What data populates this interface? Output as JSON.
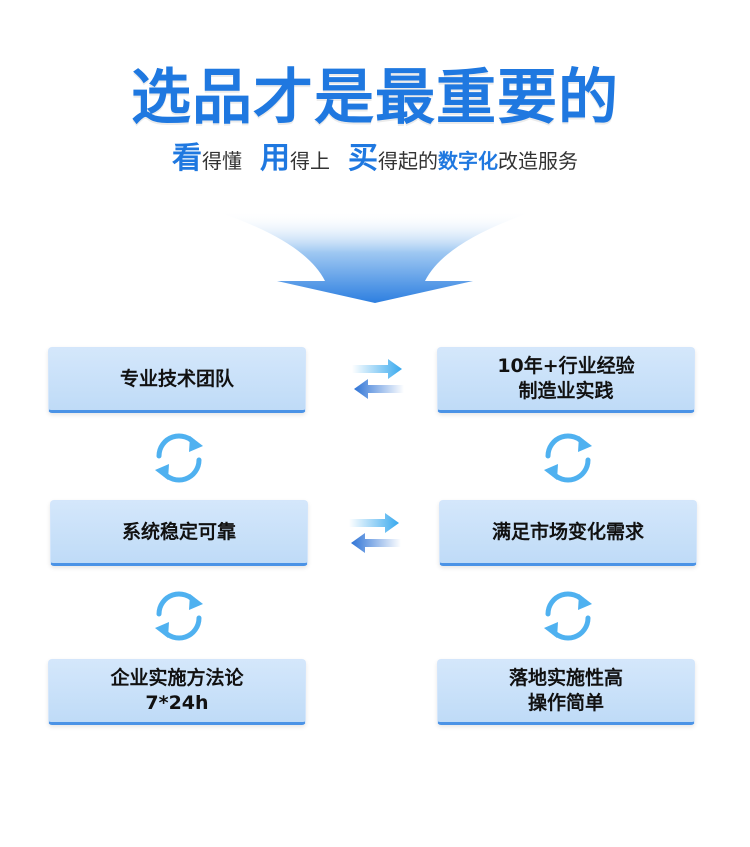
{
  "title": "选品才是最重要的",
  "subtitle": {
    "kan": "看",
    "kan_rest": "得懂",
    "yong": "用",
    "yong_rest": "得上",
    "mai": "买",
    "mai_rest": "得起的",
    "digital": "数字化",
    "tail": "改造服务"
  },
  "cards": {
    "c1": "专业技术团队",
    "c2_line1": "10年+行业经验",
    "c2_line2": "制造业实践",
    "c3": "系统稳定可靠",
    "c4": "满足市场变化需求",
    "c5_line1": "企业实施方法论",
    "c5_line2": "7*24h",
    "c6_line1": "落地实施性高",
    "c6_line2": "操作简单"
  },
  "icons": {
    "cycle": "refresh-cycle-icon",
    "exchange": "bidirectional-arrows-icon",
    "funnel": "downward-funnel-arrow-icon"
  },
  "colors": {
    "accent": "#1f78e0",
    "card_bg": "#c9e1f9",
    "card_border": "#4b93e6",
    "cycle_icon": "#4fb1f0"
  }
}
